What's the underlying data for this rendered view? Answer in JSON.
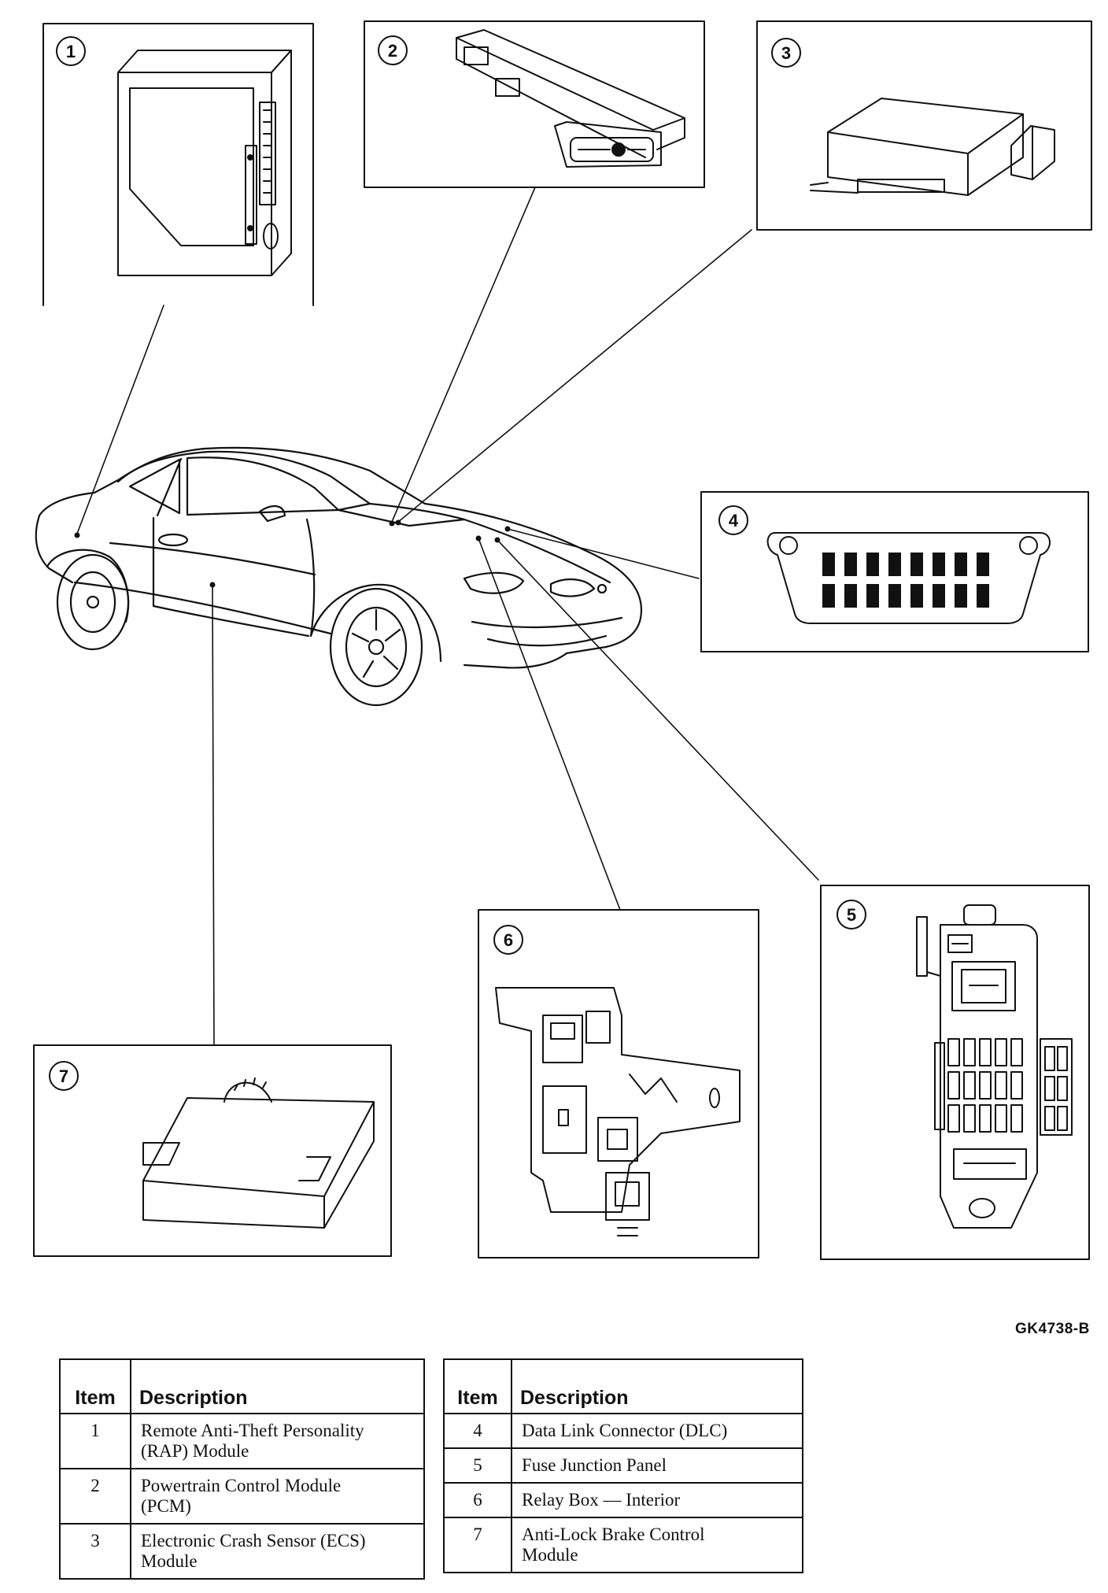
{
  "callouts": [
    "1",
    "2",
    "3",
    "4",
    "5",
    "6",
    "7"
  ],
  "reference_code": "GK4738-B",
  "legend_header": {
    "item": "Item",
    "description": "Description"
  },
  "legend_left": [
    {
      "item": "1",
      "description_lines": [
        "Remote Anti-Theft Personality",
        "(RAP) Module"
      ]
    },
    {
      "item": "2",
      "description_lines": [
        "Powertrain Control Module",
        "(PCM)"
      ]
    },
    {
      "item": "3",
      "description_lines": [
        "Electronic Crash Sensor (ECS)",
        "Module"
      ]
    }
  ],
  "legend_right": [
    {
      "item": "4",
      "description_lines": [
        "Data Link Connector (DLC)"
      ]
    },
    {
      "item": "5",
      "description_lines": [
        "Fuse Junction Panel"
      ]
    },
    {
      "item": "6",
      "description_lines": [
        "Relay Box — Interior"
      ]
    },
    {
      "item": "7",
      "description_lines": [
        "Anti-Lock Brake Control",
        "Module"
      ]
    }
  ]
}
